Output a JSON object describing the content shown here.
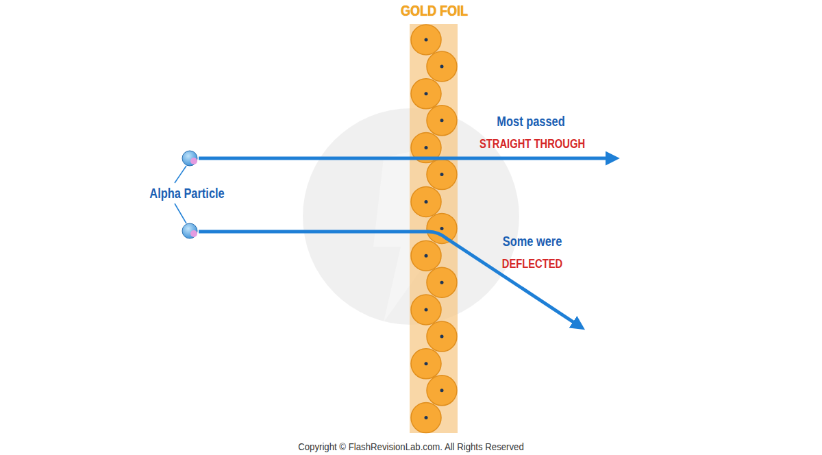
{
  "diagram": {
    "title": "GOLD FOIL",
    "labels": [
      "Alpha Particle",
      "Most passed",
      "STRAIGHT THROUGH",
      "Some were",
      "DEFLECTED",
      "Copyright © FlashRevisionLab.com. All Rights Reserved"
    ]
  }
}
